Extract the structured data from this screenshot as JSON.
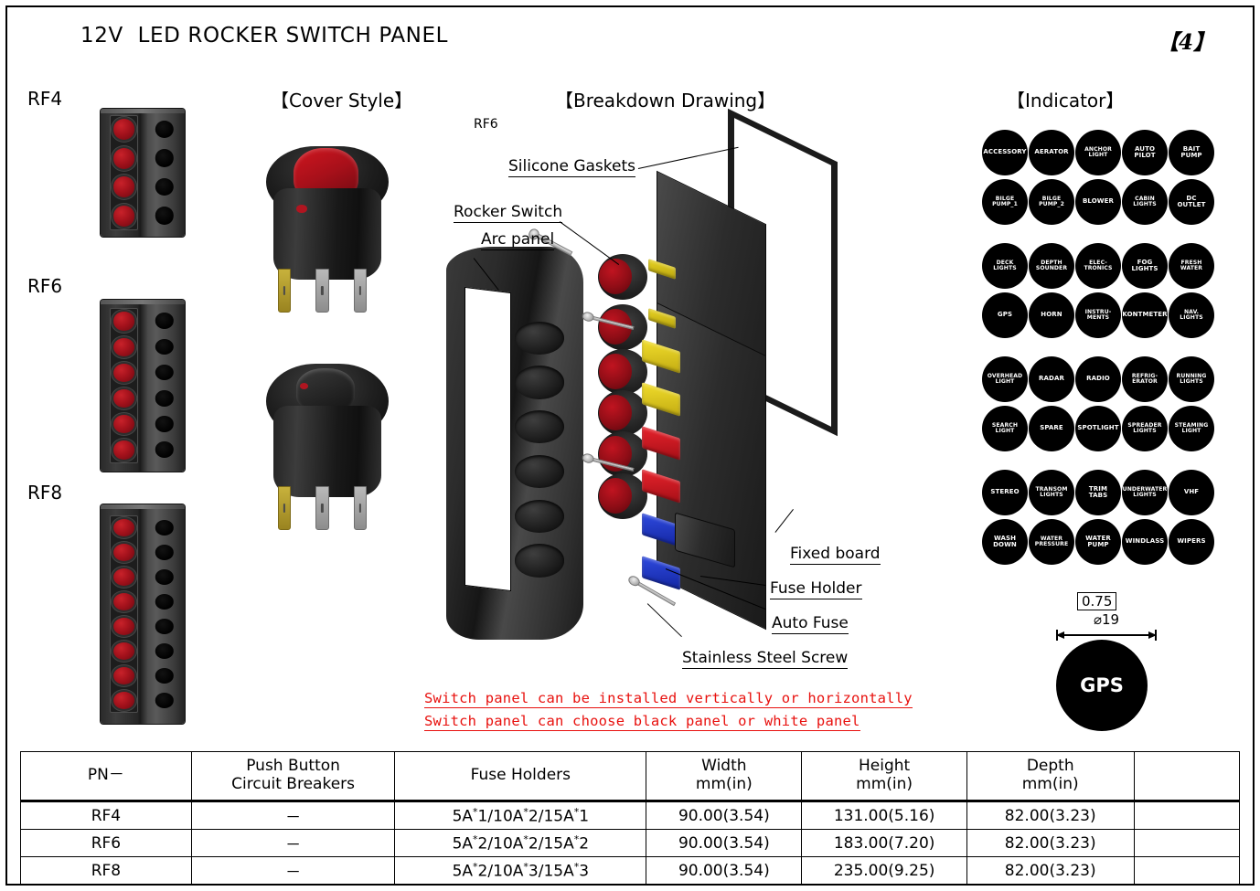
{
  "document": {
    "title": "12V  LED ROCKER SWITCH PANEL",
    "page_marker": "【4】"
  },
  "sections": {
    "cover_style": "【Cover Style】",
    "breakdown_drawing": "【Breakdown Drawing】",
    "indicator": "【Indicator】",
    "breakdown_model_tag": "RF6"
  },
  "panels": [
    {
      "label": "RF4",
      "switches": 4
    },
    {
      "label": "RF6",
      "switches": 6
    },
    {
      "label": "RF8",
      "switches": 8
    }
  ],
  "callouts": {
    "silicone_gaskets": "Silicone Gaskets",
    "rocker_switch": "Rocker Switch",
    "arc_panel": "Arc panel",
    "fixed_board": "Fixed board",
    "fuse_holder": "Fuse Holder",
    "auto_fuse": "Auto Fuse",
    "stainless_steel_screw": "Stainless Steel Screw"
  },
  "notes": [
    "Switch panel can be installed vertically or horizontally",
    "Switch panel can choose black panel or white panel"
  ],
  "indicators": [
    [
      "ACCESSORY",
      "AERATOR",
      "ANCHOR\nLIGHT",
      "AUTO\nPILOT",
      "BAIT\nPUMP"
    ],
    [
      "BILGE\nPUMP_1",
      "BILGE\nPUMP_2",
      "BLOWER",
      "CABIN\nLIGHTS",
      "DC\nOUTLET"
    ],
    [
      "DECK\nLIGHTS",
      "DEPTH\nSOUNDER",
      "ELEC-\nTRONICS",
      "FOG\nLIGHTS",
      "FRESH\nWATER"
    ],
    [
      "GPS",
      "HORN",
      "INSTRU-\nMENTS",
      "KONTMETER",
      "NAV.\nLIGHTS"
    ],
    [
      "OVERHEAD\nLIGHT",
      "RADAR",
      "RADIO",
      "REFRIG-\nERATOR",
      "RUNNING\nLIGHTS"
    ],
    [
      "SEARCH\nLIGHT",
      "SPARE",
      "SPOTLIGHT",
      "SPREADER\nLIGHTS",
      "STEAMING\nLIGHT"
    ],
    [
      "STEREO",
      "TRANSOM\nLIGHTS",
      "TRIM\nTABS",
      "UNDERWATER\nLIGHTS",
      "VHF"
    ],
    [
      "WASH\nDOWN",
      "WATER\nPRESSURE",
      "WATER\nPUMP",
      "WINDLASS",
      "WIPERS"
    ]
  ],
  "dimension": {
    "inch": "0.75",
    "diameter": "⌀19",
    "sample_label": "GPS"
  },
  "spec_table": {
    "headers": [
      "PN－",
      "Push Button\nCircuit Breakers",
      "Fuse Holders",
      "Width\nmm(in)",
      "Height\nmm(in)",
      "Depth\nmm(in)",
      ""
    ],
    "rows": [
      {
        "pn": "RF4",
        "breakers": "－",
        "fuses": "5A*1/10A*2/15A*1",
        "width": "90.00(3.54)",
        "height": "131.00(5.16)",
        "depth": "82.00(3.23)",
        "blank": ""
      },
      {
        "pn": "RF6",
        "breakers": "－",
        "fuses": "5A*2/10A*2/15A*2",
        "width": "90.00(3.54)",
        "height": "183.00(7.20)",
        "depth": "82.00(3.23)",
        "blank": ""
      },
      {
        "pn": "RF8",
        "breakers": "－",
        "fuses": "5A*2/10A*3/15A*3",
        "width": "90.00(3.54)",
        "height": "235.00(9.25)",
        "depth": "82.00(3.23)",
        "blank": ""
      }
    ]
  },
  "colors": {
    "note_red": "#e8110e",
    "switch_red": "#a8101a",
    "fuse_yellow": "#e8d321",
    "fuse_red": "#d8141c",
    "fuse_blue": "#1a33c8",
    "panel_black": "#1d1d1d"
  }
}
